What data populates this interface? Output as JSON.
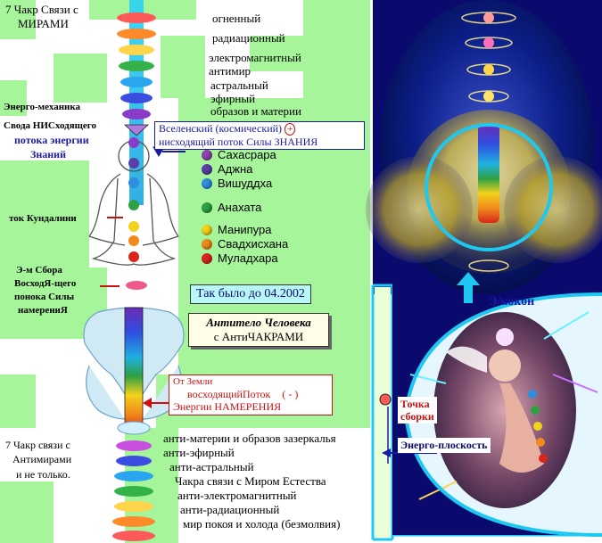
{
  "top_left": {
    "title_line1": "7 Чакр Связи с",
    "title_line2": "МИРАМИ"
  },
  "upper_layers": [
    "огненный",
    "радиационный",
    "электромагнитный",
    "антимир",
    "астральный",
    "эфирный",
    "образов и материи"
  ],
  "left_labels": {
    "energo_mechanics": "Энерго-механика",
    "descending_line1": "Свода НИСходящего",
    "descending_line2": "потока энергии",
    "descending_line3": "Знаний",
    "kundalini": "ток Кундалини",
    "ascending_line1": "Э-м Сбора",
    "ascending_line2": "ВосходЯ-щего",
    "ascending_line3": "понока Силы",
    "ascending_line4": "намерениЯ",
    "bottom_line1": "7 Чакр связи с",
    "bottom_line2": "Антимирами",
    "bottom_line3": "и не только."
  },
  "universal_flow": {
    "line1": "Вселенский (космический)",
    "sign": "+",
    "line2": "нисходящий поток Силы ЗНАНИЯ"
  },
  "chakras": [
    {
      "name": "Сахасрара",
      "color": "#8e44ad"
    },
    {
      "name": "Аджна",
      "color": "#5b3fa8"
    },
    {
      "name": "Вишуддха",
      "color": "#2f8ee0"
    },
    {
      "name": "Анахата",
      "color": "#2ea043"
    },
    {
      "name": "Манипура",
      "color": "#f3d21a"
    },
    {
      "name": "Свадхисхана",
      "color": "#f08a1c"
    },
    {
      "name": "Муладхара",
      "color": "#d9261c"
    }
  ],
  "was_until": "Так было до 04.2002",
  "antibody": {
    "line1": "Антитело Человека",
    "line2": "с АнтиЧАКРАМИ"
  },
  "earth_flow": {
    "line1": "От Земли",
    "line2": "восходящийПоток",
    "sign": "( - )",
    "line3": "Энергии НАМЕРЕНИЯ"
  },
  "lower_layers": [
    "анти-материи и образов зазеркалья",
    "анти-эфирный",
    "анти-астральный",
    "Чакра связи с Миром Естества",
    "анти-электромагнитный",
    "анти-радиационный",
    "мир покоя и холода (безмолвия)"
  ],
  "right_labels": {
    "cocoon": "Э/кокон",
    "assembly_point_line1": "Точка",
    "assembly_point_line2": "сборки",
    "energy_plane": "Энерго-плоскость"
  },
  "colors": {
    "green_bg": "#a7f59a",
    "navy": "#0a0a6e",
    "cyan": "#1ec8f0",
    "red_text": "#cc1111",
    "blue_text": "#1a1aa8"
  }
}
